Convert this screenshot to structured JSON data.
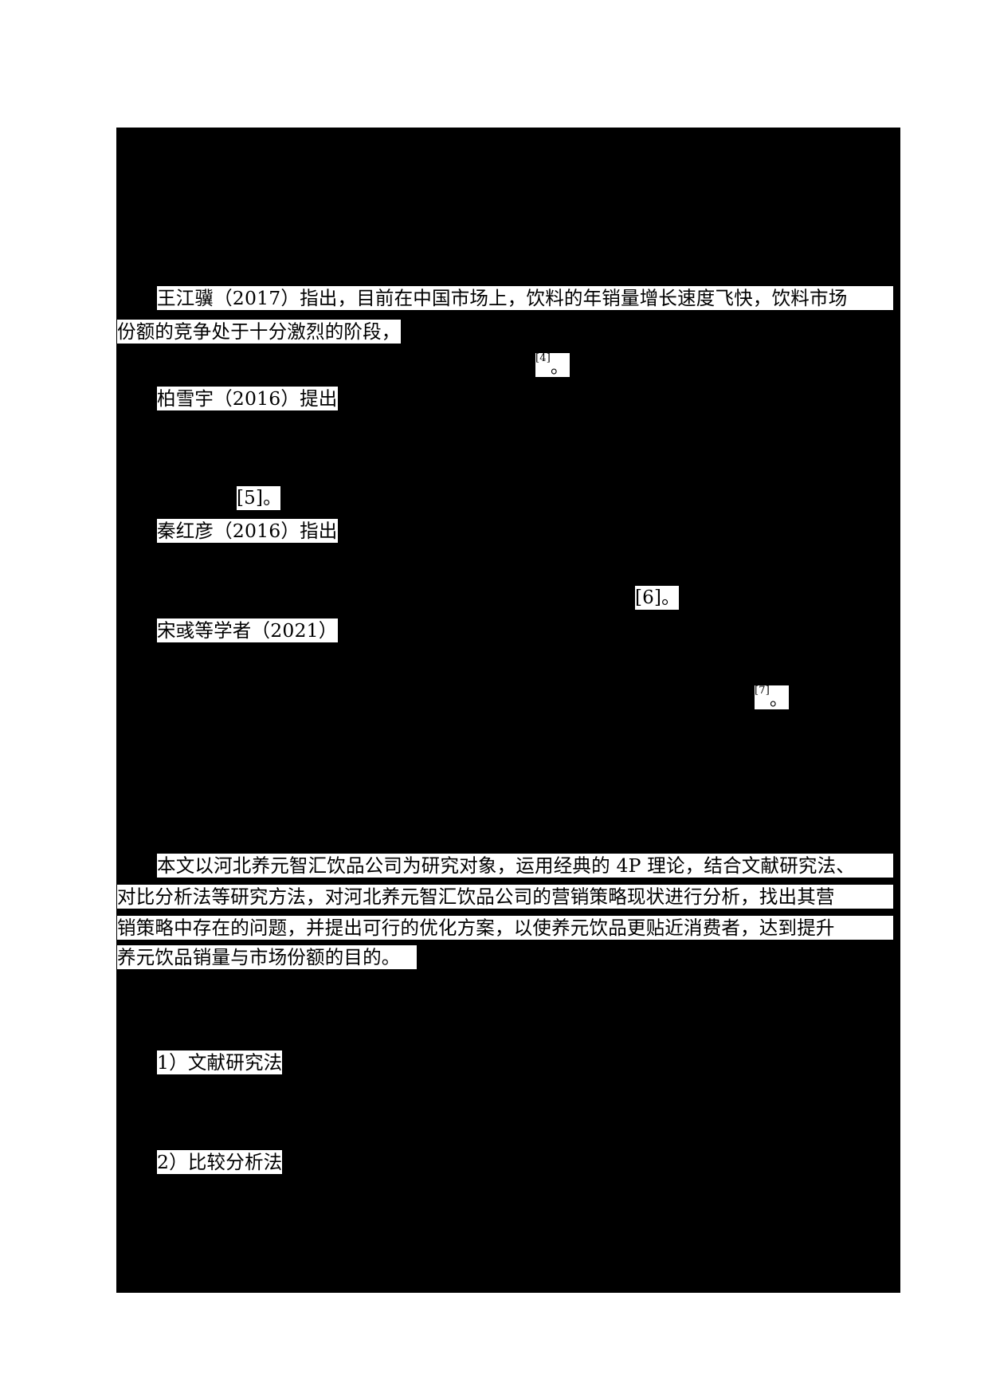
{
  "document": {
    "paragraphs": {
      "p1": {
        "line1": "王江骥（2017）指出，目前在中国市场上，饮料的年销量增长速度飞快，饮料市场",
        "line2": "份额的竞争处于十分激烈的阶段，",
        "citation": "[4]",
        "citation_tail": "。"
      },
      "p2": {
        "line1": "柏雪宇（2016）提出",
        "citation": "[5]。"
      },
      "p3": {
        "line1": "秦红彦（2016）指出",
        "citation": "[6]。"
      },
      "p4": {
        "line1": "宋彧等学者（2021）",
        "citation": "[7]",
        "citation_tail": "。"
      },
      "p5": {
        "line1": "本文以河北养元智汇饮品公司为研究对象，运用经典的 4P 理论，结合文献研究法、",
        "line2": "对比分析法等研究方法，对河北养元智汇饮品公司的营销策略现状进行分析，找出其营",
        "line3": "销策略中存在的问题，并提出可行的优化方案，以使养元饮品更贴近消费者，达到提升",
        "line4": "养元饮品销量与市场份额的目的。"
      },
      "methods": {
        "item1": "1）文献研究法",
        "item2": "2）比较分析法"
      }
    }
  }
}
